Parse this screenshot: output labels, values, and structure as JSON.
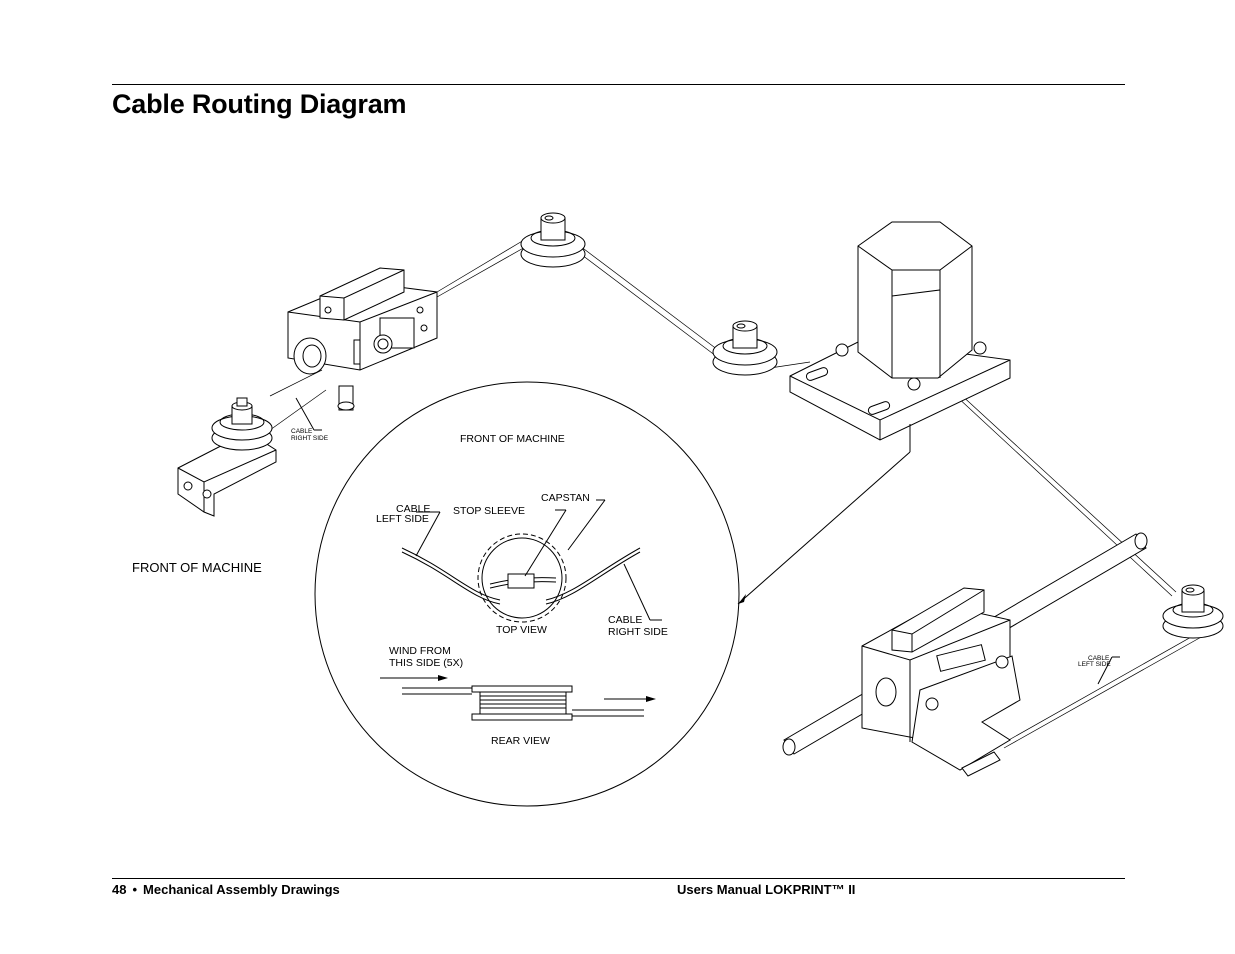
{
  "page": {
    "title": "Cable Routing Diagram",
    "footer_page_number": "48",
    "footer_bullet": "•",
    "footer_section": "Mechanical Assembly Drawings",
    "footer_manual": "Users Manual LOKPRINT™ II"
  },
  "diagram": {
    "label_front_of_machine_outer": "FRONT OF MACHINE",
    "label_front_of_machine_inset": "FRONT OF MACHINE",
    "label_cable_right_side_small_line1": "CABLE",
    "label_cable_right_side_small_line2": "RIGHT SIDE",
    "label_cable_left_side_small_line1": "CABLE",
    "label_cable_left_side_small_line2": "LEFT SIDE",
    "label_capstan": "CAPSTAN",
    "label_stop_sleeve": "STOP SLEEVE",
    "label_cable_left_side_line1": "CABLE",
    "label_cable_left_side_line2": "LEFT SIDE",
    "label_cable_right_side_line1": "CABLE",
    "label_cable_right_side_line2": "RIGHT SIDE",
    "label_top_view": "TOP VIEW",
    "label_wind_from_line1": "WIND FROM",
    "label_wind_from_line2": "THIS SIDE (5X)",
    "label_rear_view": "REAR VIEW"
  }
}
